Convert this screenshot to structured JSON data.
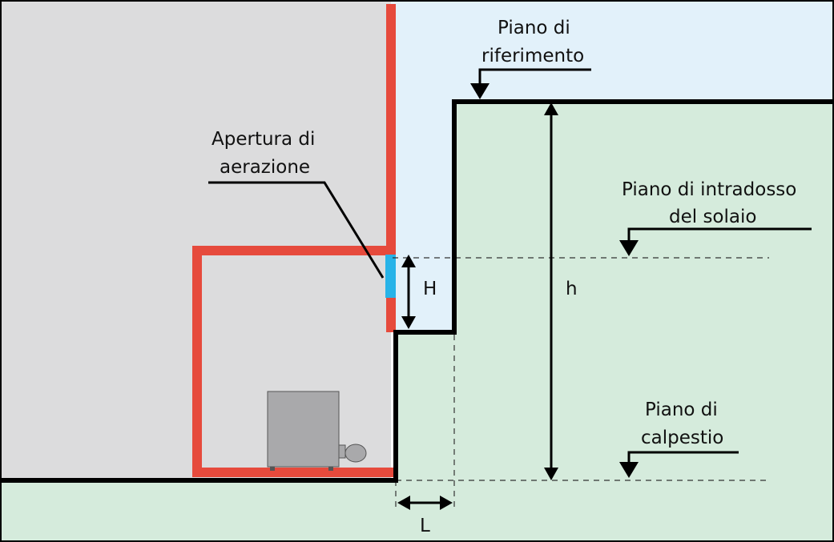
{
  "labels": {
    "reference_plane_line1": "Piano di",
    "reference_plane_line2": "riferimento",
    "vent_opening_line1": "Apertura di",
    "vent_opening_line2": "aerazione",
    "slab_soffit_line1": "Piano di intradosso",
    "slab_soffit_line2": "del solaio",
    "walking_plane_line1": "Piano di",
    "walking_plane_line2": "calpestio",
    "dim_H": "H",
    "dim_h": "h",
    "dim_L": "L"
  },
  "colors": {
    "building": "#dcdcdd",
    "sky": "#e2f1fa",
    "ground": "#d5ebdc",
    "wall": "#e64a3c",
    "opening": "#27b3e8",
    "boiler": "#a9a9ab"
  },
  "icons": {
    "boiler": "boiler-icon"
  }
}
